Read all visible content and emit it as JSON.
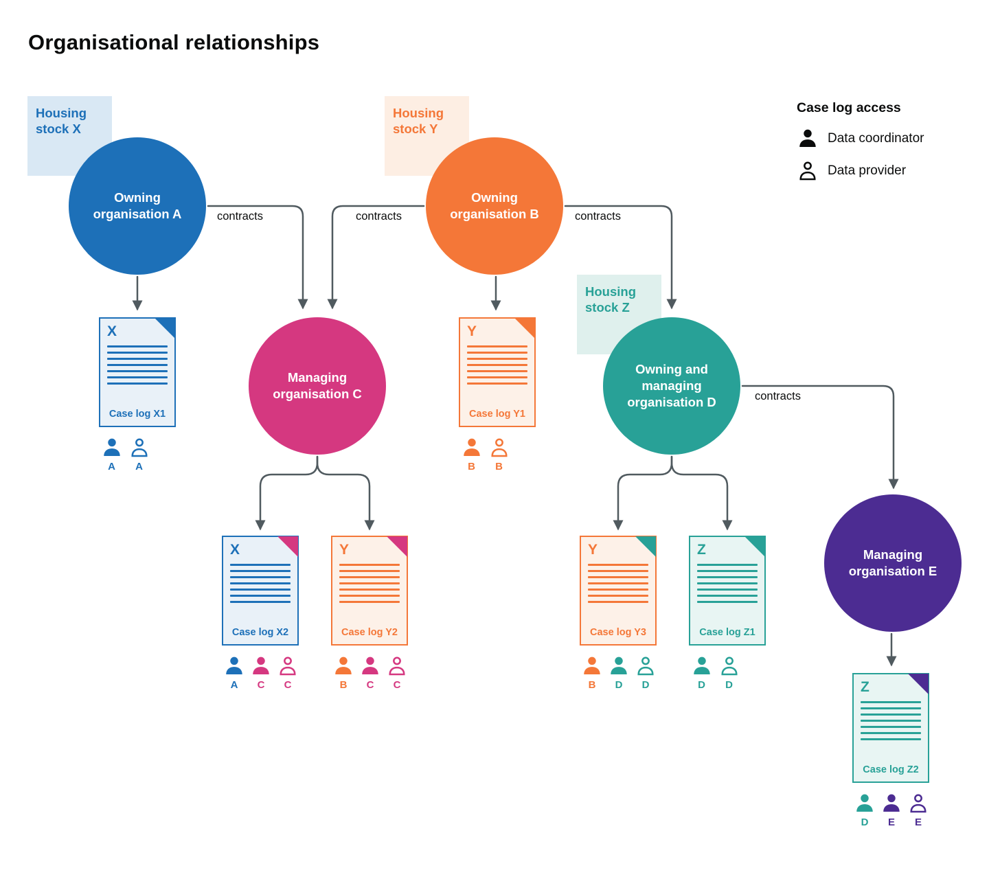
{
  "title": "Organisational relationships",
  "legend": {
    "title": "Case log access",
    "items": [
      {
        "icon": "person-filled-icon",
        "label": "Data coordinator"
      },
      {
        "icon": "person-outline-icon",
        "label": "Data provider"
      }
    ]
  },
  "labels": {
    "contracts": "contracts"
  },
  "colors": {
    "org_A": "#1d70b8",
    "org_B": "#f47738",
    "org_C": "#d53880",
    "org_D": "#28a197",
    "org_E": "#4c2c92",
    "arrow": "#505a5f",
    "text": "#0b0c0c"
  },
  "housing_stocks": [
    {
      "id": "X",
      "label": "Housing stock X",
      "owner_org": "A"
    },
    {
      "id": "Y",
      "label": "Housing stock Y",
      "owner_org": "B"
    },
    {
      "id": "Z",
      "label": "Housing stock Z",
      "owner_org": "D"
    }
  ],
  "organisations": [
    {
      "id": "A",
      "label": "Owning organisation A"
    },
    {
      "id": "B",
      "label": "Owning organisation B"
    },
    {
      "id": "C",
      "label": "Managing organisation C"
    },
    {
      "id": "D",
      "label": "Owning and managing organisation D"
    },
    {
      "id": "E",
      "label": "Managing organisation E"
    }
  ],
  "case_logs": [
    {
      "letter": "X",
      "label": "Case log X1",
      "doc_org": "A",
      "corner_org": "A",
      "access": [
        {
          "role": "coordinator",
          "org": "A"
        },
        {
          "role": "provider",
          "org": "A"
        }
      ]
    },
    {
      "letter": "Y",
      "label": "Case log Y1",
      "doc_org": "B",
      "corner_org": "B",
      "access": [
        {
          "role": "coordinator",
          "org": "B"
        },
        {
          "role": "provider",
          "org": "B"
        }
      ]
    },
    {
      "letter": "X",
      "label": "Case log X2",
      "doc_org": "A",
      "corner_org": "C",
      "access": [
        {
          "role": "coordinator",
          "org": "A"
        },
        {
          "role": "coordinator",
          "org": "C"
        },
        {
          "role": "provider",
          "org": "C"
        }
      ]
    },
    {
      "letter": "Y",
      "label": "Case log Y2",
      "doc_org": "B",
      "corner_org": "C",
      "access": [
        {
          "role": "coordinator",
          "org": "B"
        },
        {
          "role": "coordinator",
          "org": "C"
        },
        {
          "role": "provider",
          "org": "C"
        }
      ]
    },
    {
      "letter": "Y",
      "label": "Case log Y3",
      "doc_org": "B",
      "corner_org": "D",
      "access": [
        {
          "role": "coordinator",
          "org": "B"
        },
        {
          "role": "coordinator",
          "org": "D"
        },
        {
          "role": "provider",
          "org": "D"
        }
      ]
    },
    {
      "letter": "Z",
      "label": "Case log Z1",
      "doc_org": "D",
      "corner_org": "D",
      "access": [
        {
          "role": "coordinator",
          "org": "D"
        },
        {
          "role": "provider",
          "org": "D"
        }
      ]
    },
    {
      "letter": "Z",
      "label": "Case log Z2",
      "doc_org": "D",
      "corner_org": "E",
      "access": [
        {
          "role": "coordinator",
          "org": "D"
        },
        {
          "role": "coordinator",
          "org": "E"
        },
        {
          "role": "provider",
          "org": "E"
        }
      ]
    }
  ],
  "connections": [
    {
      "from": "Owning organisation A",
      "to": "Case log X1",
      "label": ""
    },
    {
      "from": "Owning organisation A",
      "to": "Managing organisation C",
      "label": "contracts"
    },
    {
      "from": "Owning organisation B",
      "to": "Managing organisation C",
      "label": "contracts"
    },
    {
      "from": "Owning organisation B",
      "to": "Case log Y1",
      "label": ""
    },
    {
      "from": "Owning organisation B",
      "to": "Owning and managing organisation D",
      "label": "contracts"
    },
    {
      "from": "Managing organisation C",
      "to": "Case log X2",
      "label": ""
    },
    {
      "from": "Managing organisation C",
      "to": "Case log Y2",
      "label": ""
    },
    {
      "from": "Owning and managing organisation D",
      "to": "Case log Y3",
      "label": ""
    },
    {
      "from": "Owning and managing organisation D",
      "to": "Case log Z1",
      "label": ""
    },
    {
      "from": "Owning and managing organisation D",
      "to": "Managing organisation E",
      "label": "contracts"
    },
    {
      "from": "Managing organisation E",
      "to": "Case log Z2",
      "label": ""
    }
  ]
}
